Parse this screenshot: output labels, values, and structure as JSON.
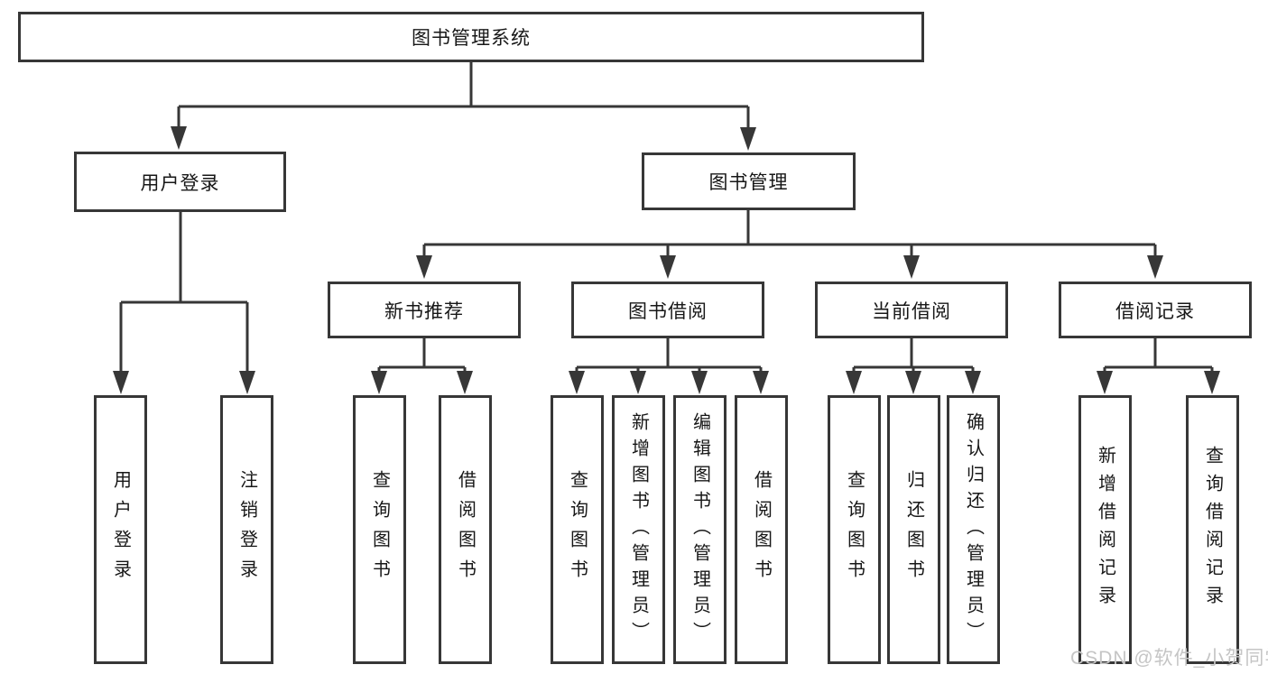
{
  "diagram": {
    "title": "图书管理系统",
    "line_color": "#373737",
    "border_color": "#373737",
    "text_color": "#171717",
    "branches": [
      {
        "label": "用户登录",
        "children": [
          {
            "label": "用户登录"
          },
          {
            "label": "注销登录"
          }
        ]
      },
      {
        "label": "图书管理",
        "children": [
          {
            "label": "新书推荐",
            "children": [
              {
                "label": "查询图书"
              },
              {
                "label": "借阅图书"
              }
            ]
          },
          {
            "label": "图书借阅",
            "children": [
              {
                "label": "查询图书"
              },
              {
                "label": "新增图书（管理员）"
              },
              {
                "label": "编辑图书（管理员）"
              },
              {
                "label": "借阅图书"
              }
            ]
          },
          {
            "label": "当前借阅",
            "children": [
              {
                "label": "查询图书"
              },
              {
                "label": "归还图书"
              },
              {
                "label": "确认归还（管理员）"
              }
            ]
          },
          {
            "label": "借阅记录",
            "children": [
              {
                "label": "新增借阅记录"
              },
              {
                "label": "查询借阅记录"
              }
            ]
          }
        ]
      }
    ]
  },
  "watermark": {
    "text": "CSDN @软件_小贺同学",
    "color": "#c5c5c5"
  }
}
